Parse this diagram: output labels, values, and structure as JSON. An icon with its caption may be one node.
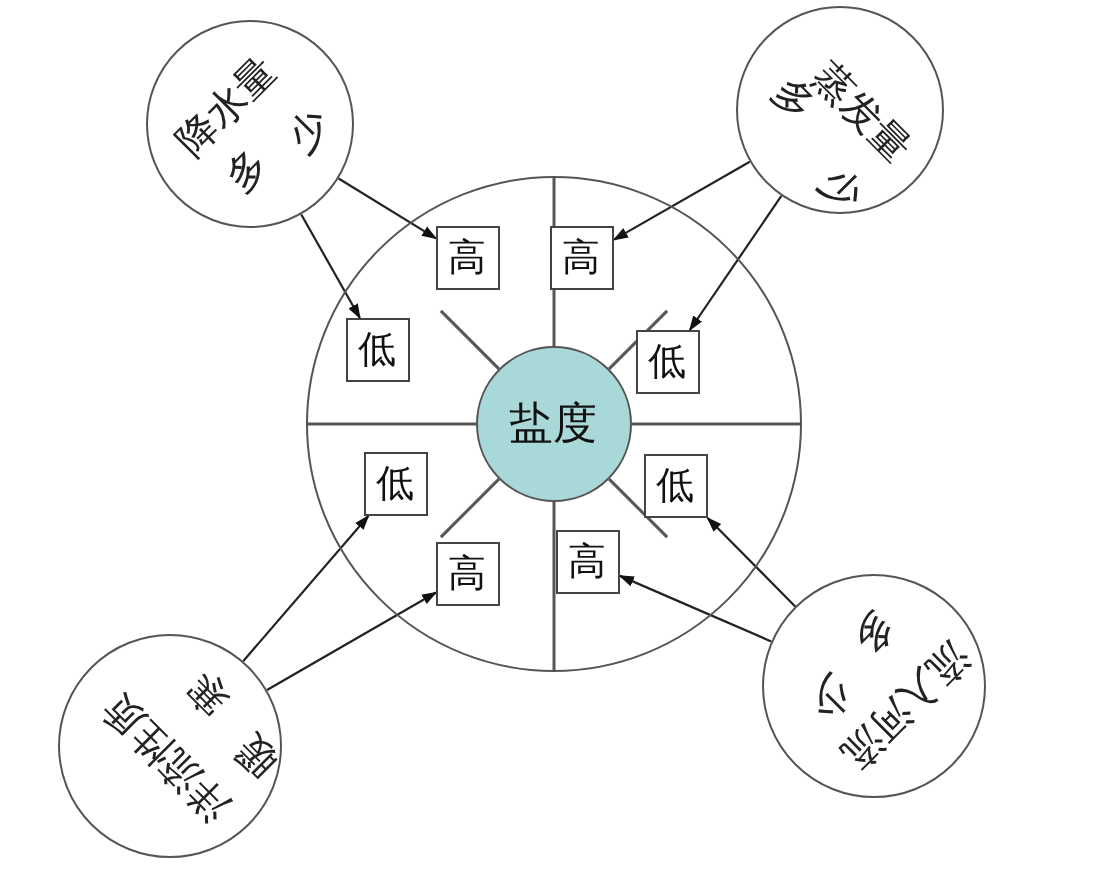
{
  "diagram": {
    "nodes": [
      {
        "text": [
          "降水量",
          "多",
          "少"
        ]
      },
      {
        "text": [
          "蒸发量",
          "多",
          "少"
        ]
      },
      {
        "text": [],
        "shape": "circle"
      },
      {
        "text": [
          "高"
        ],
        "in": 2
      },
      {
        "text": [
          "高"
        ],
        "in": 2
      },
      {
        "text": [
          "低"
        ],
        "in": 2
      },
      {
        "text": [
          "盐度"
        ],
        "in": 2
      },
      {
        "text": [
          "低"
        ],
        "in": 2
      },
      {
        "text": [
          "低"
        ],
        "in": 2
      },
      {
        "text": [
          "低"
        ],
        "in": 2
      },
      {
        "text": [
          "高"
        ],
        "in": 2
      },
      {
        "text": [
          "高"
        ],
        "in": 2
      },
      {
        "text": [
          "洋流性质",
          "寒",
          "暖"
        ]
      },
      {
        "text": [
          "流入河流",
          "多",
          "少"
        ]
      }
    ],
    "edges": [
      {
        "from": 0,
        "to": 3,
        "arrow": "to"
      },
      {
        "from": 0,
        "to": 5,
        "arrow": "to"
      },
      {
        "from": 1,
        "to": 4,
        "arrow": "to"
      },
      {
        "from": 1,
        "to": 7,
        "arrow": "to"
      },
      {
        "from": 12,
        "to": 8,
        "arrow": "to"
      },
      {
        "from": 12,
        "to": 10,
        "arrow": "to"
      },
      {
        "from": 13,
        "to": 9,
        "arrow": "to"
      },
      {
        "from": 13,
        "to": 11,
        "arrow": "to"
      }
    ]
  }
}
